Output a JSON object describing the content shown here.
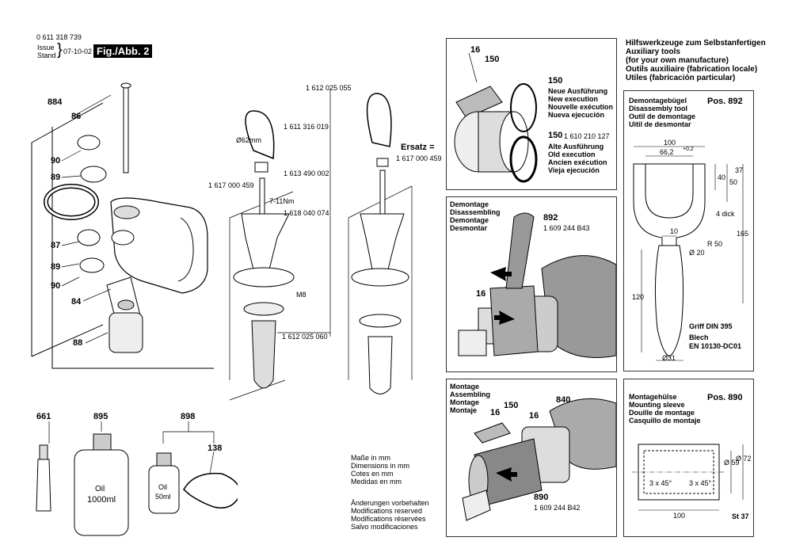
{
  "header": {
    "part_number": "0 611 318 739",
    "issue_label": "Issue",
    "stand_label": "Stand",
    "date": "07-10-02",
    "fig_label": "Fig./Abb. 2"
  },
  "callouts_left": {
    "c884": "884",
    "c86": "86",
    "c90a": "90",
    "c89a": "89",
    "c87": "87",
    "c89b": "89",
    "c90b": "90",
    "c84": "84",
    "c88": "88"
  },
  "callouts_middle": {
    "p1612025055": "1 612 025 055",
    "p1611316019": "1 611 316 019",
    "d62mm": "Ø62mm",
    "p1613490002": "1 613 490 002",
    "p1617000459": "1 617 000 459",
    "torque": "7-11Nm",
    "p1618040074": "1 618 040 074",
    "m8": "M8",
    "p1612025060": "1 612 025 060",
    "ersatz": "Ersatz =",
    "ersatz_part": "1 617 000 459"
  },
  "consumables": {
    "c661": "661",
    "c895": "895",
    "c898": "898",
    "c138": "138",
    "oil_large": "Oil",
    "oil_large_vol": "1000ml",
    "oil_small": "Oil",
    "oil_small_vol": "50ml"
  },
  "units_note": [
    "Maße in mm",
    "Dimensions in mm",
    "Cotes en mm",
    "Medidas en mm"
  ],
  "modifications_note": [
    "Änderungen vorbehalten",
    "Modifications reserved",
    "Modifications réservées",
    "Salvo modificaciones"
  ],
  "panel_seals": {
    "c16": "16",
    "c150": "150",
    "new_num": "150",
    "new_lines": [
      "Neue Ausführung",
      "New execution",
      "Nouvelle exécution",
      "Nueva ejecución"
    ],
    "old_num": "150",
    "old_part": "1 610 210 127",
    "old_lines": [
      "Alte Ausführung",
      "Old execution",
      "Ancien exécution",
      "Vieja ejecución"
    ]
  },
  "panel_disassembly": {
    "title_lines": [
      "Demontage",
      "Disassembling",
      "Demontage",
      "Desmontar"
    ],
    "c892": "892",
    "part892": "1 609 244 B43",
    "c16": "16"
  },
  "panel_assembly": {
    "title_lines": [
      "Montage",
      "Assembling",
      "Montage",
      "Montaje"
    ],
    "c16a": "16",
    "c150": "150",
    "c16b": "16",
    "c840": "840",
    "c890": "890",
    "part890": "1 609 244 B42"
  },
  "aux_tools": {
    "title_lines": [
      "Hilfswerkzeuge zum Selbstanfertigen",
      "Auxiliary tools",
      "(for your own manufacture)",
      "Outils auxiliaire (fabrication locale)",
      "Utiles (fabricación particular)"
    ]
  },
  "tool892": {
    "title_lines": [
      "Demontagebügel",
      "Disassembly tool",
      "Outil de demontage",
      "Uitil de desmontar"
    ],
    "pos": "Pos. 892",
    "dims": {
      "d100": "100",
      "d66": "66,2",
      "tol": "+0,2",
      "d40": "40",
      "d50": "50",
      "d37": "37",
      "thick": "4 dick",
      "d10": "10",
      "r50": "R 50",
      "d20": "Ø 20",
      "d165": "165",
      "d120": "120",
      "d31": "Ø31"
    },
    "grip": "Griff DIN 395",
    "blech": "Blech",
    "en": "EN 10130-DC01"
  },
  "tool890": {
    "title_lines": [
      "Montagehülse",
      "Mounting sleeve",
      "Douille de montage",
      "Casquillo de montaje"
    ],
    "pos": "Pos. 890",
    "dims": {
      "c1": "3 x 45°",
      "c2": "3 x 45°",
      "d59": "Ø 59",
      "d72": "Ø 72",
      "d100": "100"
    },
    "material": "St 37"
  }
}
